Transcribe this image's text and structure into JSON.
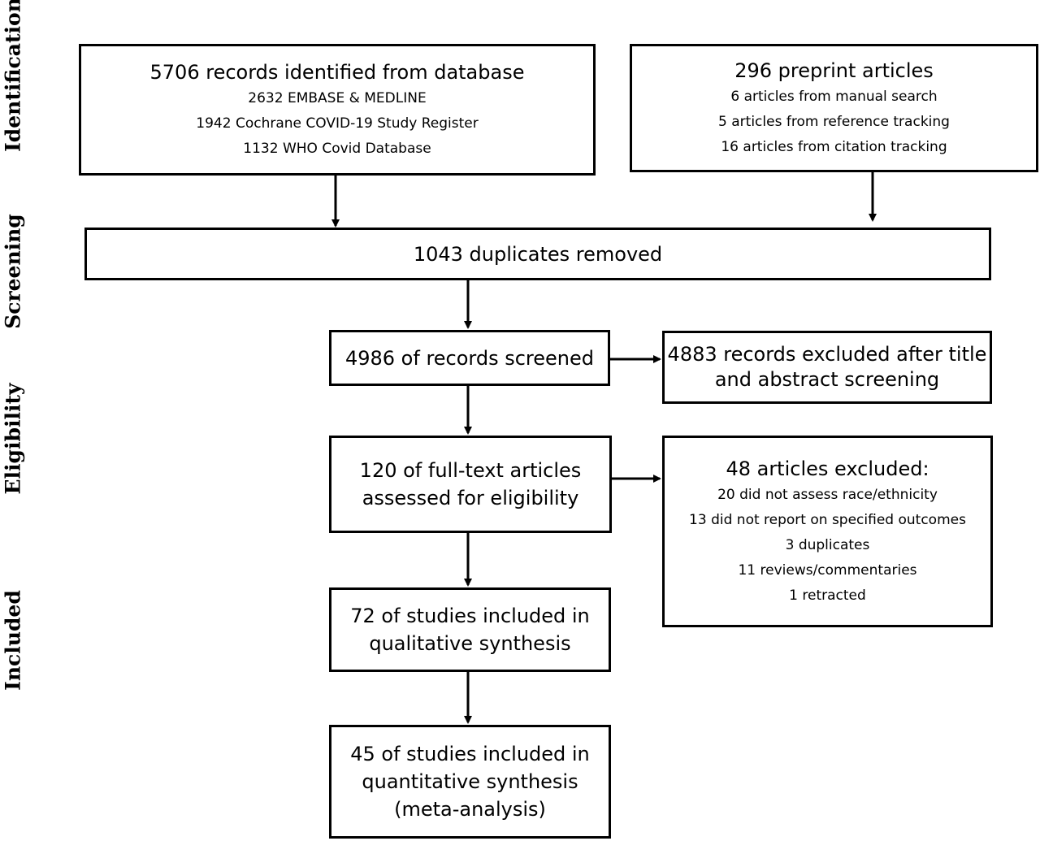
{
  "stages": {
    "identification": "Identification",
    "screening": "Screening",
    "eligibility": "Eligibility",
    "included": "Included"
  },
  "boxes": {
    "database_records": {
      "title": "5706 records identified from database",
      "lines": [
        "2632 EMBASE & MEDLINE",
        "1942 Cochrane COVID-19 Study Register",
        "1132 WHO Covid Database"
      ]
    },
    "other_sources": {
      "title": "296 preprint articles",
      "lines": [
        "6 articles from manual search",
        "5 articles from reference tracking",
        "16 articles from citation tracking"
      ]
    },
    "duplicates": {
      "title": "1043 duplicates removed"
    },
    "screened": {
      "title": "4986 of records screened"
    },
    "excluded_screening": {
      "lines": [
        "4883 records excluded after title",
        "and abstract screening"
      ]
    },
    "fulltext": {
      "lines": [
        "120 of full-text articles",
        "assessed for eligibility"
      ]
    },
    "excluded_fulltext": {
      "title": "48 articles excluded:",
      "lines": [
        "20 did not assess race/ethnicity",
        "13 did not report on specified outcomes",
        "3 duplicates",
        "11 reviews/commentaries",
        "1 retracted"
      ]
    },
    "qualitative": {
      "lines": [
        "72 of studies included in",
        "qualitative synthesis"
      ]
    },
    "quantitative": {
      "lines": [
        "45 of studies included in",
        "quantitative synthesis",
        "(meta-analysis)"
      ]
    }
  }
}
